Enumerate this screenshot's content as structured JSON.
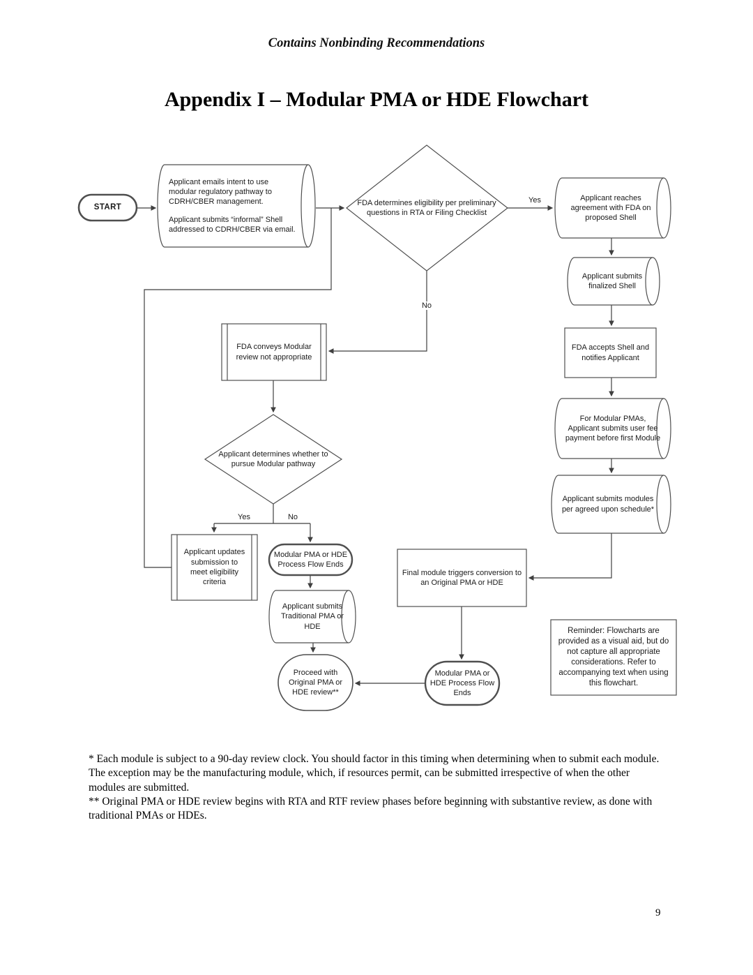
{
  "page": {
    "header_notice": "Contains Nonbinding Recommendations",
    "title": "Appendix I – Modular PMA or HDE Flowchart",
    "page_number": "9"
  },
  "flowchart": {
    "start": "START",
    "emails_intent": {
      "p1": "Applicant emails intent to use modular regulatory pathway to CDRH/CBER management.",
      "p2": "Applicant submits “informal” Shell addressed to CDRH/CBER via email."
    },
    "eligibility_decision": "FDA determines eligibility per preliminary questions in RTA or Filing Checklist",
    "reaches_agreement": "Applicant reaches agreement with FDA on proposed Shell",
    "submits_finalized_shell": "Applicant submits finalized Shell",
    "fda_accepts_shell": "FDA accepts Shell and notifies Applicant",
    "user_fee_payment": "For Modular PMAs, Applicant submits user fee payment before first Module",
    "submits_modules": "Applicant submits modules per agreed upon schedule*",
    "review_not_appropriate": "FDA conveys Modular review not appropriate",
    "pursue_decision": "Applicant determines whether to pursue Modular pathway",
    "updates_submission": "Applicant updates submission to meet eligibility criteria",
    "flow_ends_top": "Modular PMA or HDE Process Flow Ends",
    "submits_traditional": "Applicant submits Traditional PMA or HDE",
    "proceed_original": "Proceed with Original PMA or HDE review**",
    "final_module_conversion": "Final module triggers conversion to an Original PMA or HDE",
    "flow_ends_bottom": "Modular PMA or HDE Process Flow Ends",
    "reminder": "Reminder: Flowcharts are provided as a visual aid, but do not capture all appropriate considerations. Refer to accompanying text when using this flowchart.",
    "labels": {
      "yes_eligibility": "Yes",
      "no_eligibility": "No",
      "yes_pursue": "Yes",
      "no_pursue": "No"
    }
  },
  "footnotes": {
    "first": "* Each module is subject to a 90-day review clock. You should factor in this timing when determining when to submit each module. The exception may be the manufacturing module, which, if resources permit, can be submitted irrespective of when the other modules are submitted.",
    "second": "** Original PMA or HDE review begins with RTA and RTF review phases before beginning with substantive review, as done with traditional PMAs or HDEs."
  }
}
